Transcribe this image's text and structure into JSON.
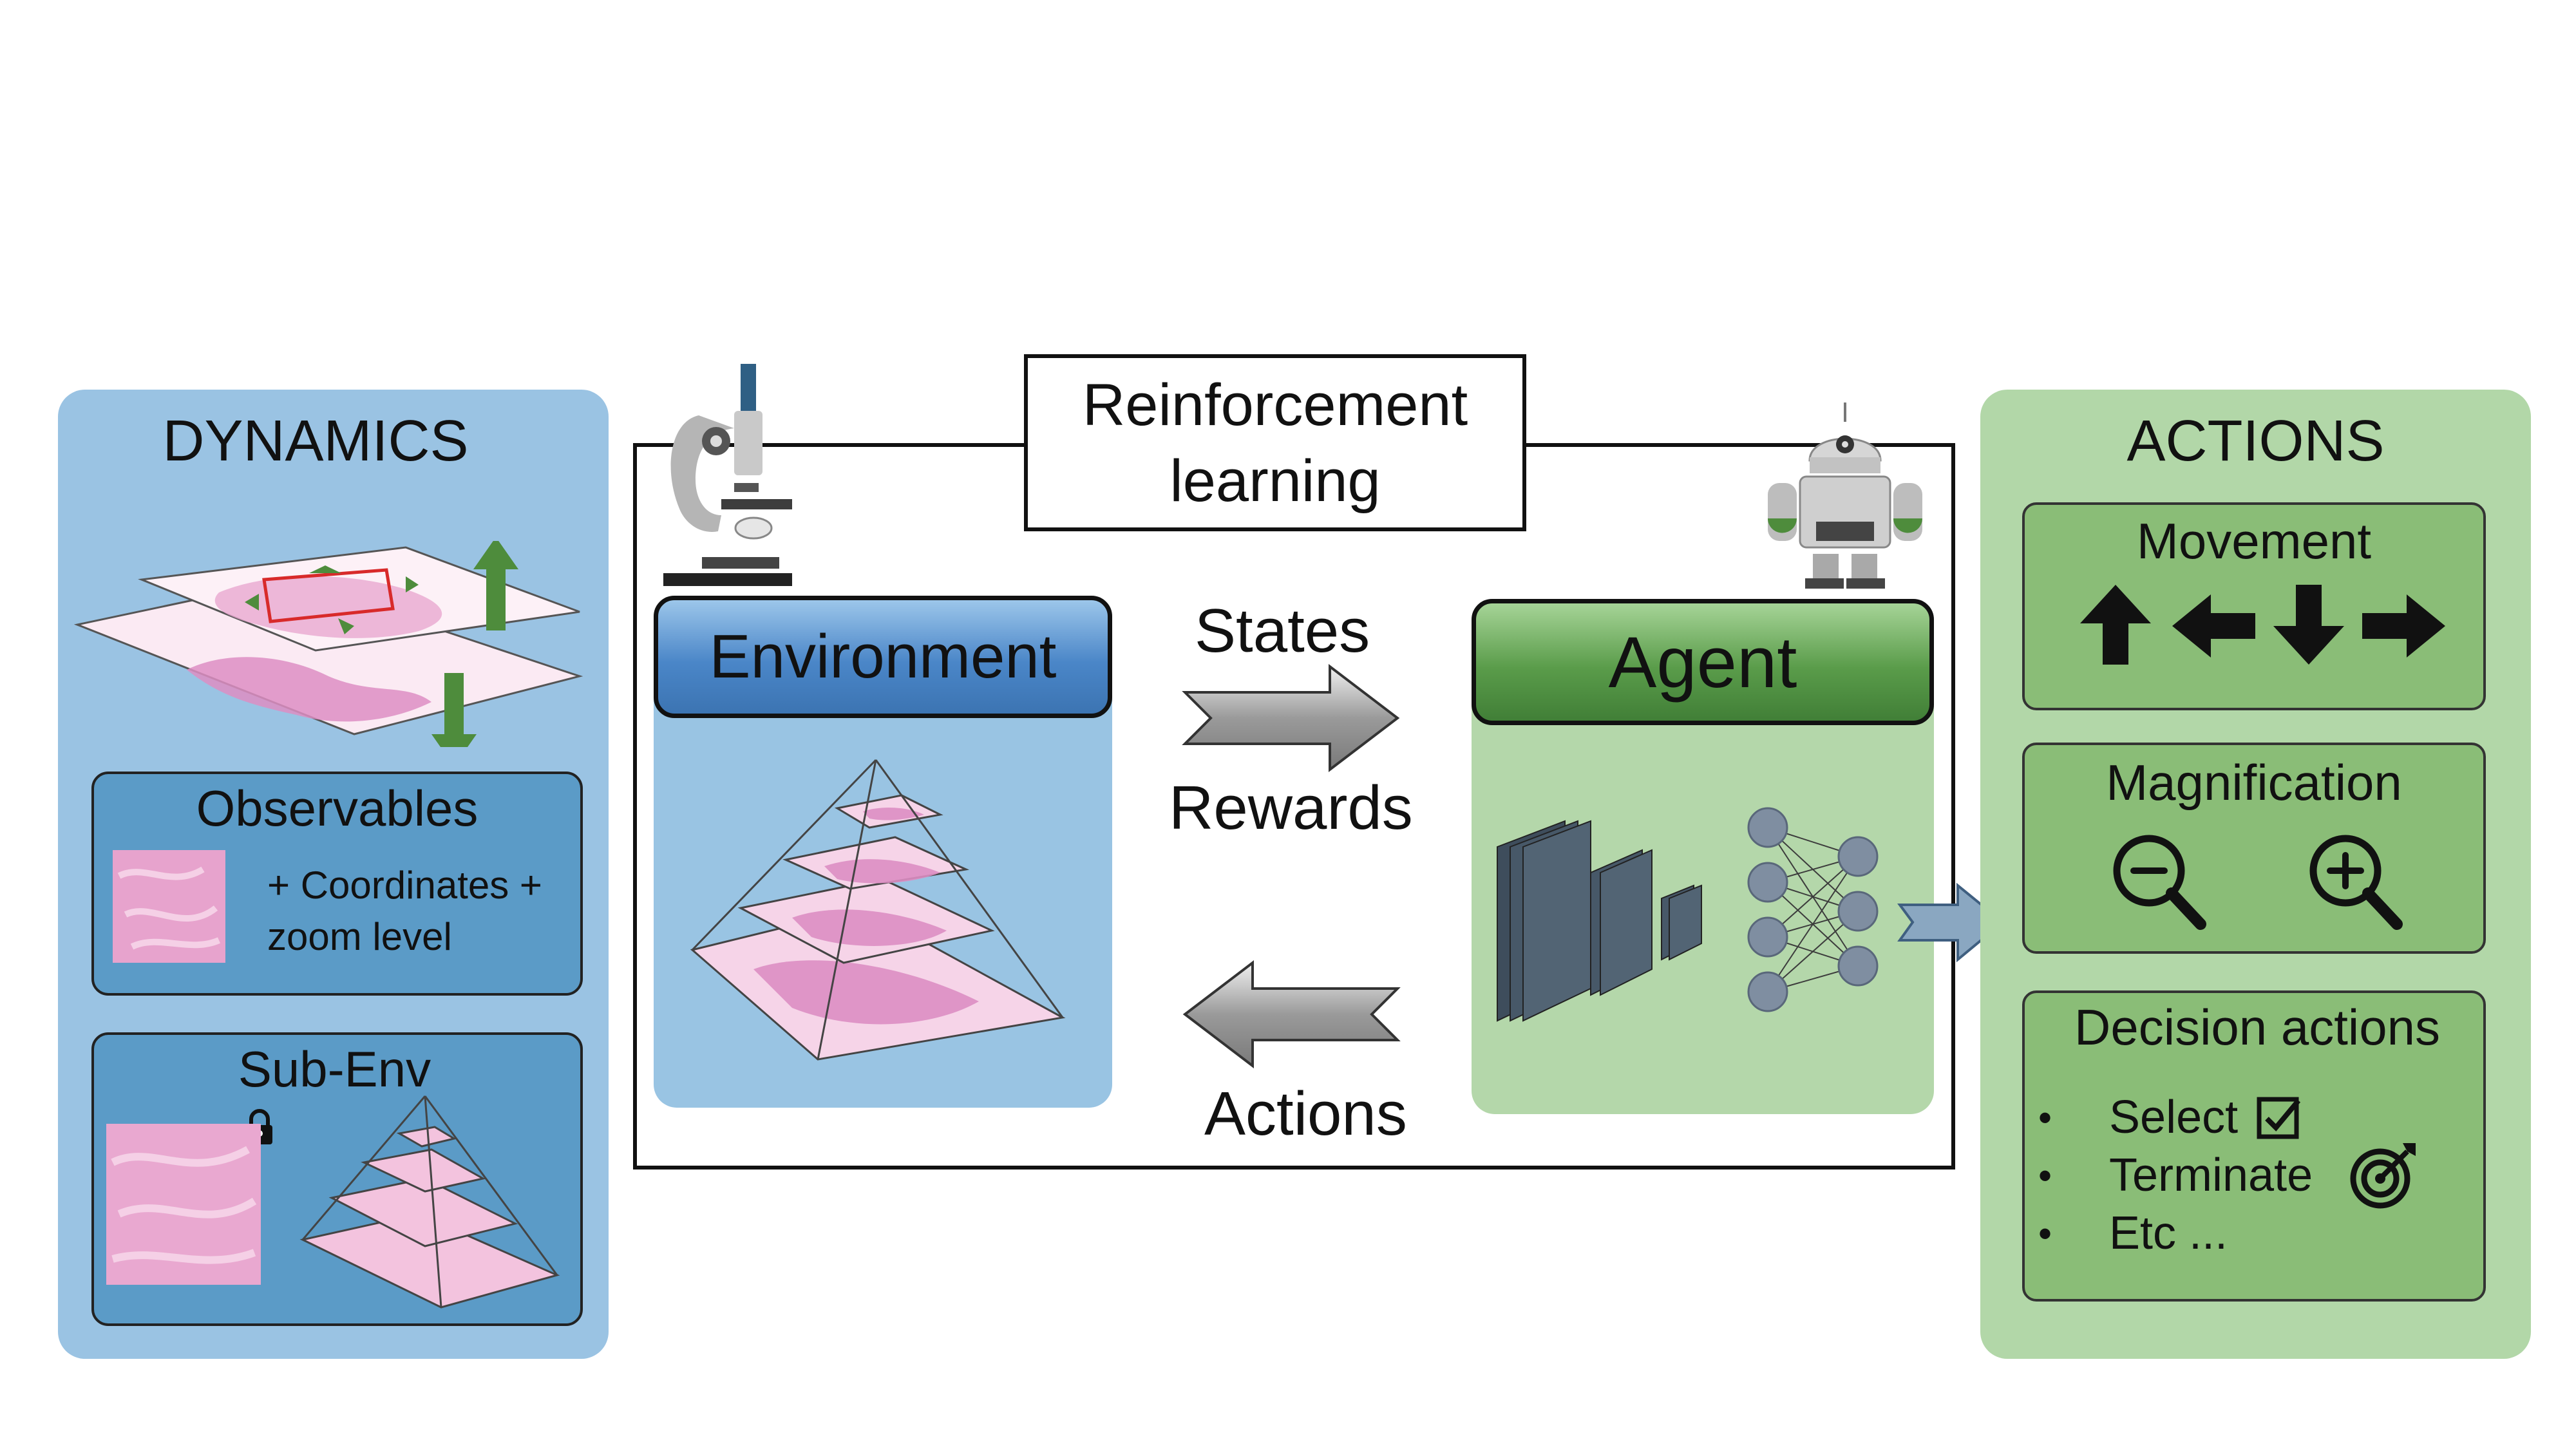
{
  "dynamics": {
    "title": "DYNAMICS",
    "observables": {
      "title": "Observables",
      "text_line1": "+ Coordinates +",
      "text_line2": "zoom level"
    },
    "sub_env": {
      "title": "Sub-Env"
    }
  },
  "rl": {
    "label_line1": "Reinforcement",
    "label_line2": "learning",
    "environment": "Environment",
    "agent": "Agent",
    "states": "States",
    "rewards": "Rewards",
    "actions": "Actions"
  },
  "actions": {
    "title": "ACTIONS",
    "movement": {
      "title": "Movement",
      "icons": [
        "arrow-up-icon",
        "arrow-left-icon",
        "arrow-down-icon",
        "arrow-right-icon"
      ]
    },
    "magnification": {
      "title": "Magnification",
      "icons": [
        "zoom-out-icon",
        "zoom-in-icon"
      ]
    },
    "decision": {
      "title": "Decision actions",
      "items": [
        "Select",
        "Terminate",
        "Etc ..."
      ],
      "bullet": "•"
    }
  },
  "colors": {
    "dynamics_bg": "#9ac3e3",
    "actions_bg": "#b2d7a8",
    "environment_blue": "#4a86c8",
    "agent_green": "#5a9c4a",
    "tissue_pink": "#e7a3cd",
    "arrow_green": "#4e8c3c"
  }
}
